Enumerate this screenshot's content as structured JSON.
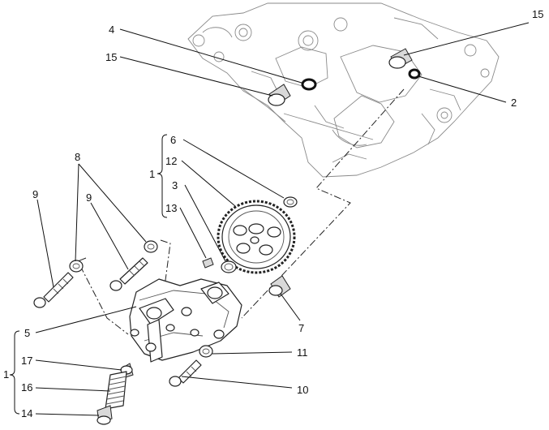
{
  "labels": {
    "p1_upper": "1",
    "p1_lower": "1",
    "p2": "2",
    "p3": "3",
    "p4": "4",
    "p5": "5",
    "p6": "6",
    "p7": "7",
    "p8": "8",
    "p9_left": "9",
    "p9_right": "9",
    "p10": "10",
    "p11": "11",
    "p12": "12",
    "p13": "13",
    "p14": "14",
    "p15_left": "15",
    "p15_right": "15",
    "p16": "16",
    "p17": "17"
  }
}
